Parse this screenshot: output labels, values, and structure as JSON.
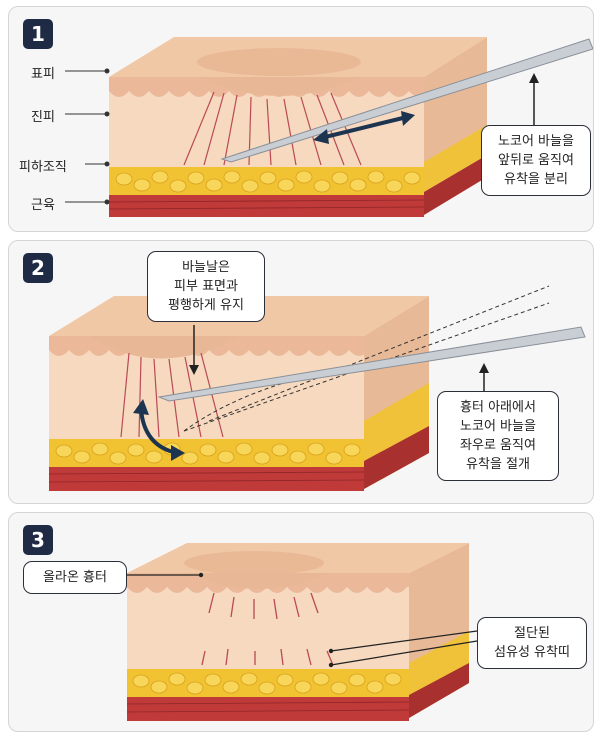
{
  "panel1": {
    "number": "1",
    "layers": {
      "epidermis": "표피",
      "dermis": "진피",
      "subcutis": "피하조직",
      "muscle": "근육"
    },
    "callout": {
      "line1": "노코어 바늘을",
      "line2": "앞뒤로 움직여",
      "line3": "유착을 분리"
    }
  },
  "panel2": {
    "number": "2",
    "callout_top": {
      "line1": "바늘날은",
      "line2": "피부 표면과",
      "line3": "평행하게 유지"
    },
    "callout_right": {
      "line1": "흉터 아래에서",
      "line2": "노코어 바늘을",
      "line3": "좌우로 움직여",
      "line4": "유착을 절개"
    }
  },
  "panel3": {
    "number": "3",
    "callout_left": {
      "line1": "올라온 흉터"
    },
    "callout_right": {
      "line1": "절단된",
      "line2": "섬유성 유착띠"
    }
  },
  "colors": {
    "badge": "#1f2b45",
    "skin": "#f3cfb0",
    "fat": "#f2c232",
    "muscle": "#c0393a",
    "arrow": "#1d3450"
  }
}
